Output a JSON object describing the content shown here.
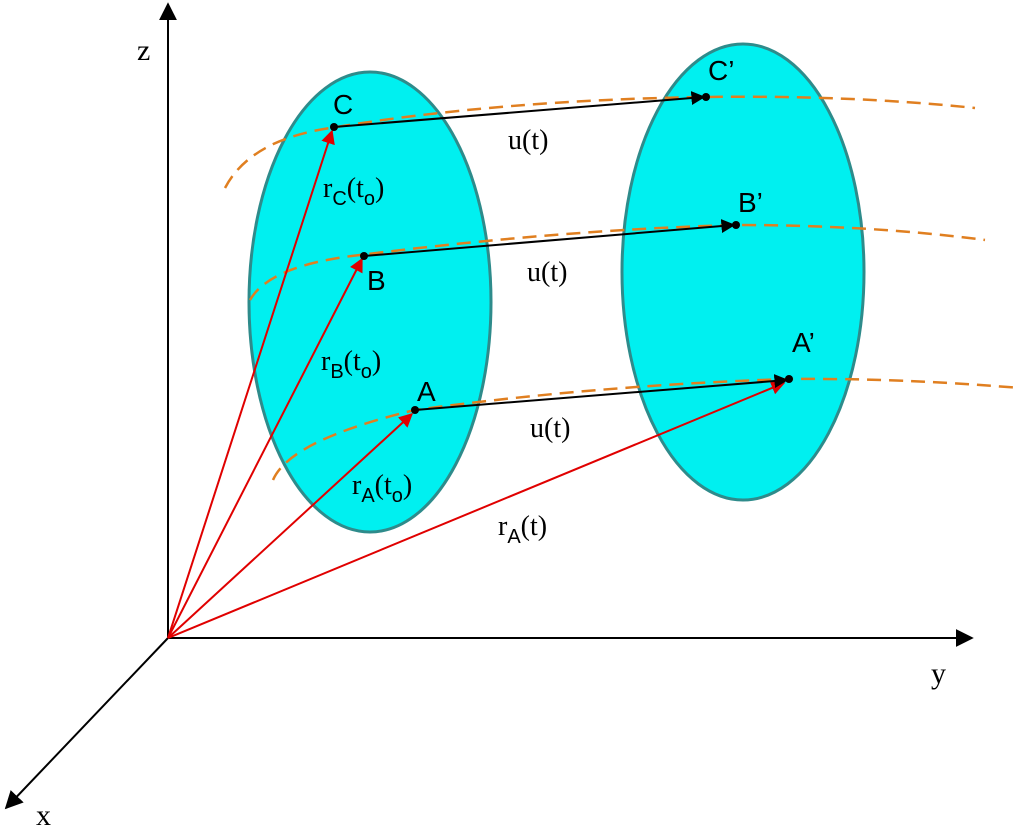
{
  "colors": {
    "body_fill": "#00F0F0",
    "body_stroke": "#2E8B8B",
    "trajectory": "#E07F20",
    "position_vector": "#E00000",
    "displacement_vector": "#000000",
    "axis": "#000000"
  },
  "axes": {
    "z_label": "z",
    "y_label": "y",
    "x_label": "x"
  },
  "points": {
    "A": "A",
    "B": "B",
    "C": "C",
    "A_prime": "A’",
    "B_prime": "B’",
    "C_prime": "C’"
  },
  "labels": {
    "u_top": "u(t)",
    "u_middle": "u(t)",
    "u_bottom": "u(t)",
    "rC_t0": {
      "r": "r",
      "sub": "C",
      "open": "(t",
      "sub2": "o",
      "close": ")"
    },
    "rB_t0": {
      "r": "r",
      "sub": "B",
      "open": "(t",
      "sub2": "o",
      "close": ")"
    },
    "rA_t0": {
      "r": "r",
      "sub": "A",
      "open": "(t",
      "sub2": "o",
      "close": ")"
    },
    "rA_t": {
      "r": "r",
      "sub": "A",
      "rest": "(t)"
    }
  }
}
